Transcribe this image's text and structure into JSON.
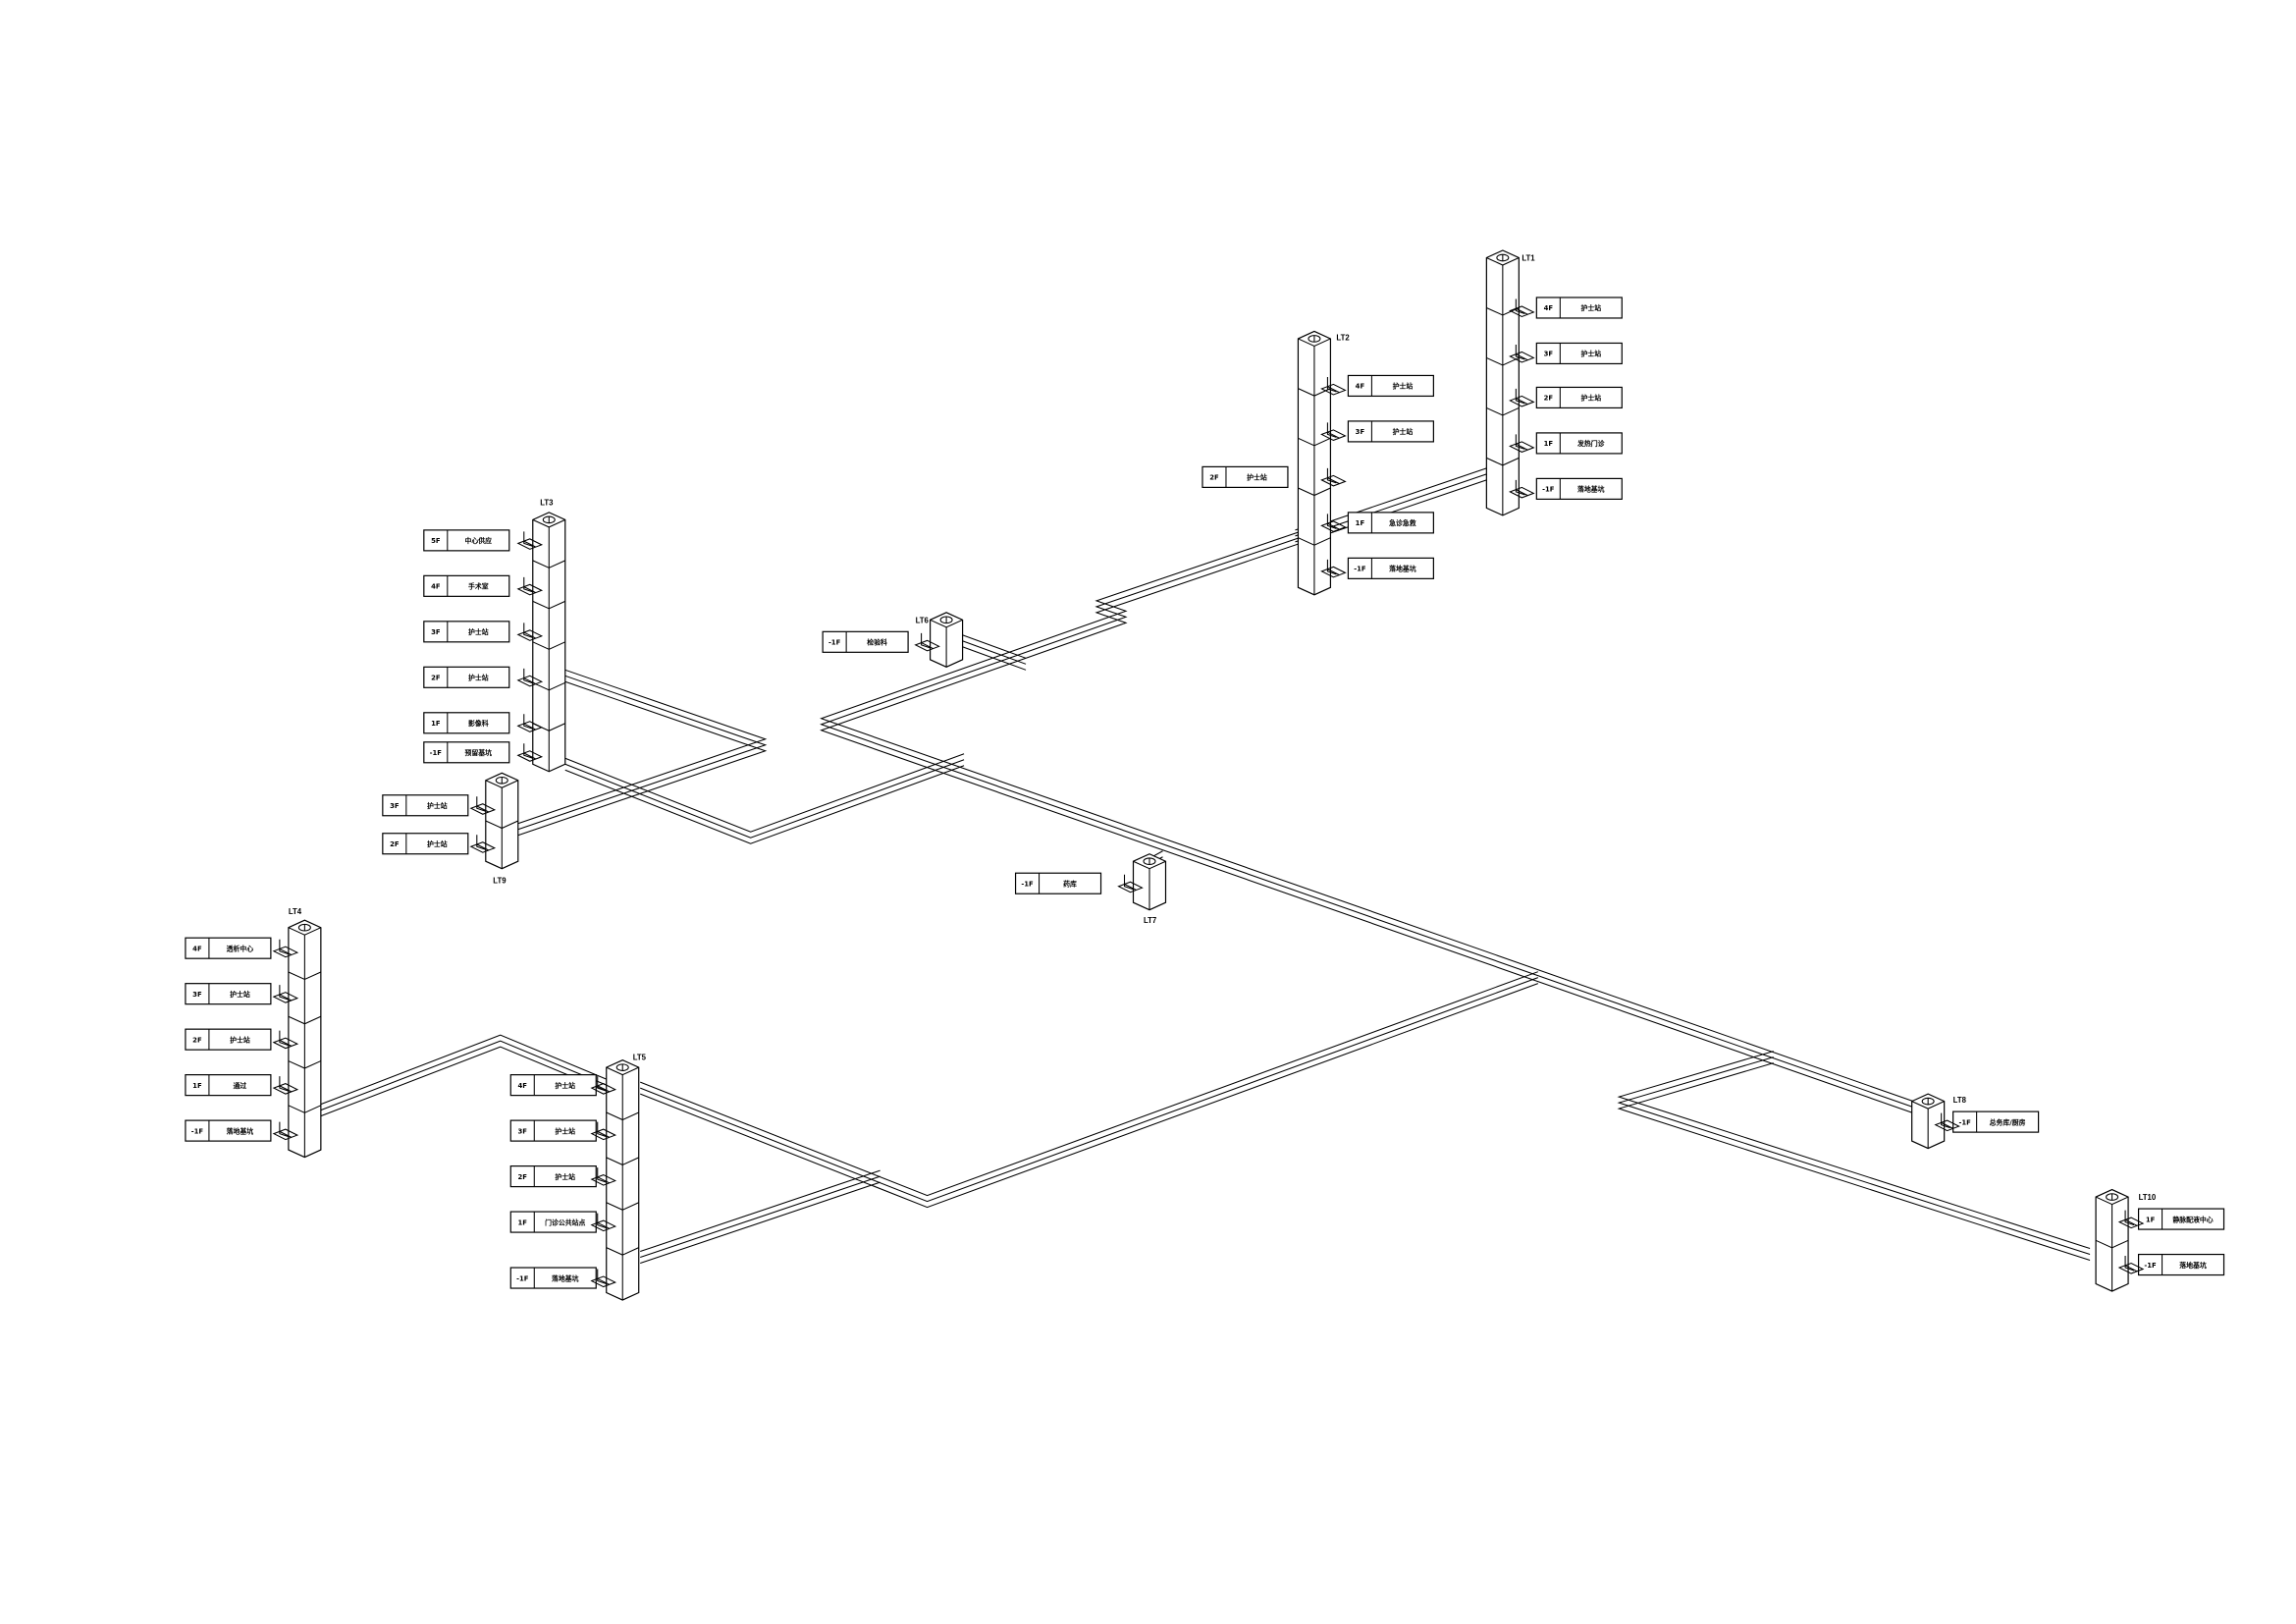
{
  "title": "Pneumatic tube system isometric diagram",
  "colors": {
    "line": "#000000",
    "background": "#ffffff"
  },
  "risers": [
    {
      "id": "LT1",
      "stations": [
        {
          "floor": "4F",
          "name": "护士站"
        },
        {
          "floor": "3F",
          "name": "护士站"
        },
        {
          "floor": "2F",
          "name": "护士站"
        },
        {
          "floor": "1F",
          "name": "发热门诊"
        },
        {
          "floor": "-1F",
          "name": "落地基坑"
        }
      ]
    },
    {
      "id": "LT2",
      "stations": [
        {
          "floor": "4F",
          "name": "护士站"
        },
        {
          "floor": "3F",
          "name": "护士站"
        },
        {
          "floor": "2F",
          "name": "护士站"
        },
        {
          "floor": "1F",
          "name": "急诊急救"
        },
        {
          "floor": "-1F",
          "name": "落地基坑"
        }
      ]
    },
    {
      "id": "LT3",
      "stations": [
        {
          "floor": "5F",
          "name": "中心供应"
        },
        {
          "floor": "4F",
          "name": "手术室"
        },
        {
          "floor": "3F",
          "name": "护士站"
        },
        {
          "floor": "2F",
          "name": "护士站"
        },
        {
          "floor": "1F",
          "name": "影像科"
        },
        {
          "floor": "-1F",
          "name": "预留基坑"
        }
      ]
    },
    {
      "id": "LT4",
      "stations": [
        {
          "floor": "4F",
          "name": "透析中心"
        },
        {
          "floor": "3F",
          "name": "护士站"
        },
        {
          "floor": "2F",
          "name": "护士站"
        },
        {
          "floor": "1F",
          "name": "通过"
        },
        {
          "floor": "-1F",
          "name": "落地基坑"
        }
      ]
    },
    {
      "id": "LT5",
      "stations": [
        {
          "floor": "4F",
          "name": "护士站"
        },
        {
          "floor": "3F",
          "name": "护士站"
        },
        {
          "floor": "2F",
          "name": "护士站"
        },
        {
          "floor": "1F",
          "name": "门诊公共站点"
        },
        {
          "floor": "-1F",
          "name": "落地基坑"
        }
      ]
    },
    {
      "id": "LT6",
      "stations": [
        {
          "floor": "-1F",
          "name": "检验科"
        }
      ]
    },
    {
      "id": "LT7",
      "stations": [
        {
          "floor": "-1F",
          "name": "药库"
        }
      ]
    },
    {
      "id": "LT8",
      "stations": [
        {
          "floor": "-1F",
          "name": "总务库/厨房"
        }
      ]
    },
    {
      "id": "LT9",
      "stations": [
        {
          "floor": "3F",
          "name": "护士站"
        },
        {
          "floor": "2F",
          "name": "护士站"
        }
      ]
    },
    {
      "id": "LT10",
      "stations": [
        {
          "floor": "1F",
          "name": "静脉配液中心"
        },
        {
          "floor": "-1F",
          "name": "落地基坑"
        }
      ]
    }
  ]
}
